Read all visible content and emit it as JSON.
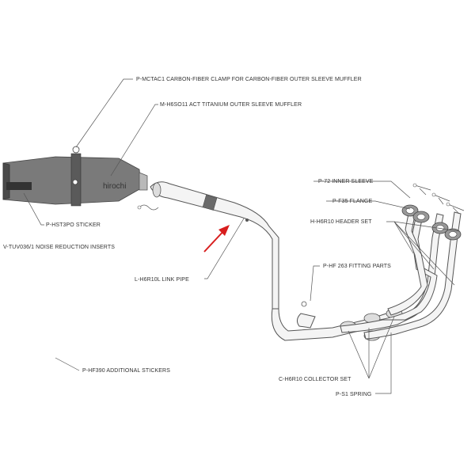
{
  "watermark": "hirochi",
  "labels": {
    "clamp": "P-MCTAC1   CARBON-FIBER CLAMP FOR CARBON-FIBER OUTER SLEEVE MUFFLER",
    "muffler": "M-H6SO11 ACT  TITANIUM OUTER SLEEVE MUFFLER",
    "sticker": "P-HST3PO  STICKER",
    "inserts": "V-TUV036/1  NOISE REDUCTION INSERTS",
    "link_pipe": "L-H6R10L  LINK PIPE",
    "inner_sleeve": "P-72  INNER SLEEVE",
    "flange": "P-F35  FLANGE",
    "header": "H-H6R10 HEADER SET",
    "fitting": "P-HF 263  FITTING PARTS",
    "collector": "C-H6R10  COLLECTOR SET",
    "spring": "P-S1  SPRING",
    "add_stickers": "P-HF390  ADDITIONAL STICKERS"
  },
  "colors": {
    "arrow": "#d81e1e",
    "lines": "#555555"
  }
}
